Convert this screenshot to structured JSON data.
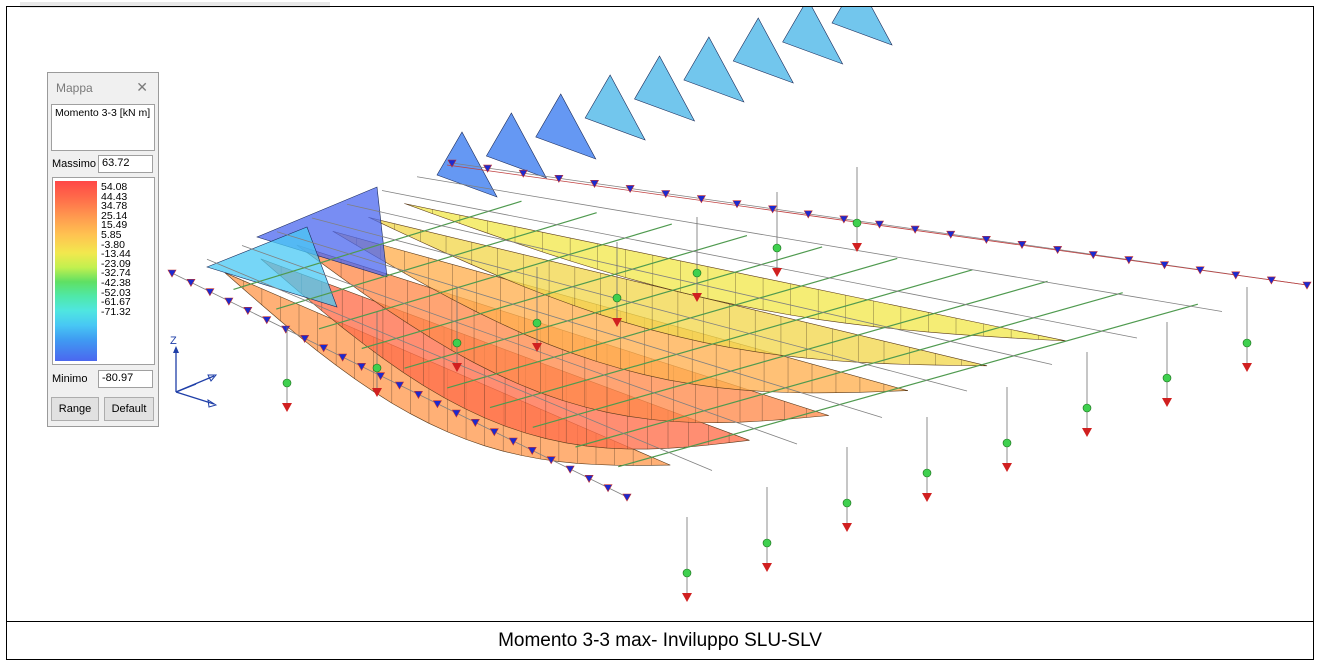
{
  "map_panel": {
    "title": "Mappa",
    "quantity": "Momento 3-3 [kN  m]",
    "max_label": "Massimo",
    "max_value": "63.72",
    "min_label": "Minimo",
    "min_value": "-80.97",
    "scale_values": [
      "54.08",
      "44.43",
      "34.78",
      "25.14",
      "15.49",
      "5.85",
      "-3.80",
      "-13.44",
      "-23.09",
      "-32.74",
      "-42.38",
      "-52.03",
      "-61.67",
      "-71.32"
    ],
    "range_button": "Range",
    "default_button": "Default"
  },
  "axis_label": "Z",
  "caption": "Momento 3-3 max- Inviluppo SLU-SLV"
}
